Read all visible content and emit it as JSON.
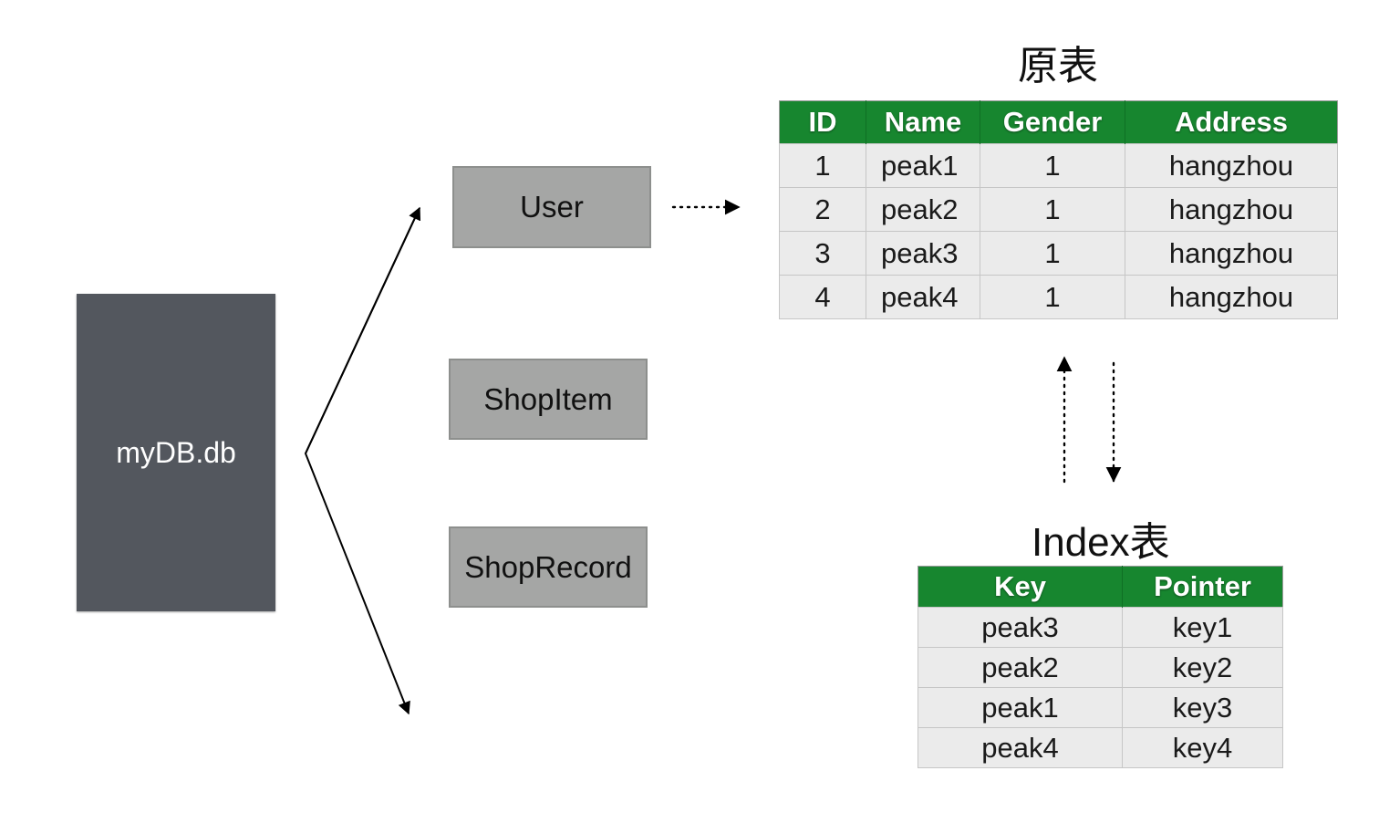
{
  "database": {
    "label": "myDB.db"
  },
  "tables": [
    {
      "label": "User"
    },
    {
      "label": "ShopItem"
    },
    {
      "label": "ShopRecord"
    }
  ],
  "main_table": {
    "title": "原表",
    "headers": [
      "ID",
      "Name",
      "Gender",
      "Address"
    ],
    "rows": [
      [
        "1",
        "peak1",
        "1",
        "hangzhou"
      ],
      [
        "2",
        "peak2",
        "1",
        "hangzhou"
      ],
      [
        "3",
        "peak3",
        "1",
        "hangzhou"
      ],
      [
        "4",
        "peak4",
        "1",
        "hangzhou"
      ]
    ]
  },
  "index_table": {
    "title": "Index表",
    "headers": [
      "Key",
      "Pointer"
    ],
    "rows": [
      [
        "peak3",
        "key1"
      ],
      [
        "peak2",
        "key2"
      ],
      [
        "peak1",
        "key3"
      ],
      [
        "peak4",
        "key4"
      ]
    ]
  },
  "colors": {
    "header_green": "#17862f",
    "db_box": "#53575e",
    "table_box": "#a5a6a5",
    "cell_bg": "#ebebeb"
  }
}
